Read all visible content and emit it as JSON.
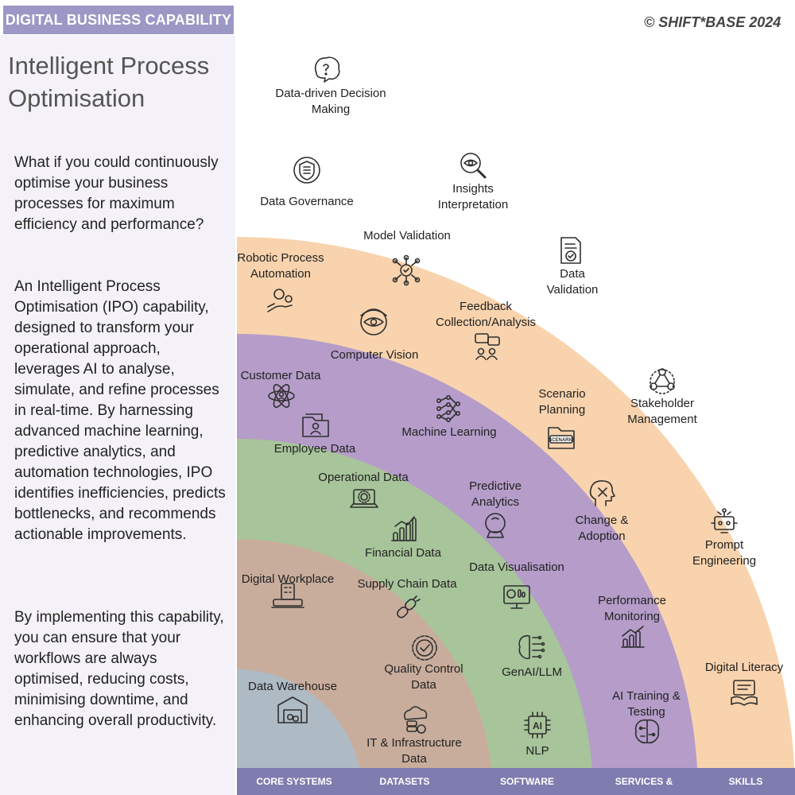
{
  "header": {
    "tag": "DIGITAL BUSINESS CAPABILITY",
    "copyright": "©  SHIFT*BASE 2024"
  },
  "title": {
    "line1": "Intelligent Process",
    "line2": "Optimisation"
  },
  "description": [
    "What if you could continuously optimise your business processes for maximum efficiency and performance?",
    "An Intelligent Process Optimisation (IPO) capability, designed to transform your operational approach, leverages AI to analyse, simulate, and refine processes in real-time. By harnessing advanced machine learning, predictive analytics, and automation technologies, IPO identifies inefficiencies, predicts bottlenecks, and recommends actionable improvements.",
    "By implementing this capability, you can ensure that your workflows are always optimised, reducing costs, minimising downtime, and enhancing overall productivity."
  ],
  "colors": {
    "skills": "#f8d3ad",
    "services": "#b59cc9",
    "software": "#a7c49a",
    "datasets": "#c9ad9c",
    "core": "#aebac4",
    "header_bg": "#9b98c5",
    "footer_bg": "#7f7caf"
  },
  "rings": {
    "skills": {
      "label": "SKILLS",
      "items": [
        {
          "line1": "Data-driven Decision",
          "line2": "Making",
          "icon": "brain-question-icon"
        },
        {
          "line1": "Insights",
          "line2": "Interpretation",
          "icon": "magnifier-eye-icon"
        },
        {
          "line1": "Data",
          "line2": "Validation",
          "icon": "document-check-icon"
        },
        {
          "line1": "Stakeholder",
          "line2": "Management",
          "icon": "people-network-icon"
        },
        {
          "line1": "Prompt",
          "line2": "Engineering",
          "icon": "robot-head-icon"
        },
        {
          "line1": "Digital Literacy",
          "line2": "",
          "icon": "book-screen-icon"
        }
      ]
    },
    "services": {
      "label": "SERVICES & PROCESS",
      "items": [
        {
          "line1": "Data Governance",
          "line2": "",
          "icon": "shield-database-icon"
        },
        {
          "line1": "Model Validation",
          "line2": "",
          "icon": "network-check-icon"
        },
        {
          "line1": "Feedback",
          "line2": "Collection/Analysis",
          "icon": "chat-people-icon"
        },
        {
          "line1": "Scenario",
          "line2": "Planning",
          "icon": "scenario-folder-icon"
        },
        {
          "line1": "Change &",
          "line2": "Adoption",
          "icon": "head-tools-icon"
        },
        {
          "line1": "Performance",
          "line2": "Monitoring",
          "icon": "chart-gear-icon"
        },
        {
          "line1": "AI Training &",
          "line2": "Testing",
          "icon": "brain-circuit-icon"
        }
      ]
    },
    "software": {
      "label": "SOFTWARE",
      "items": [
        {
          "line1": "Robotic Process",
          "line2": "Automation",
          "icon": "hand-gears-icon"
        },
        {
          "line1": "Computer Vision",
          "line2": "",
          "icon": "eye-orbit-icon"
        },
        {
          "line1": "Machine Learning",
          "line2": "",
          "icon": "neural-network-icon"
        },
        {
          "line1": "Predictive",
          "line2": "Analytics",
          "icon": "crystal-ball-icon"
        },
        {
          "line1": "Data Visualisation",
          "line2": "",
          "icon": "dashboard-monitor-icon"
        },
        {
          "line1": "GenAI/LLM",
          "line2": "",
          "icon": "brain-chip-icon"
        },
        {
          "line1": "NLP",
          "line2": "",
          "icon": "ai-chip-icon"
        }
      ]
    },
    "datasets": {
      "label": "DATASETS",
      "items": [
        {
          "line1": "Customer Data",
          "line2": "",
          "icon": "atom-people-icon"
        },
        {
          "line1": "Employee Data",
          "line2": "",
          "icon": "folder-person-icon"
        },
        {
          "line1": "Operational Data",
          "line2": "",
          "icon": "laptop-gear-icon"
        },
        {
          "line1": "Financial Data",
          "line2": "",
          "icon": "bar-chart-icon"
        },
        {
          "line1": "Supply Chain Data",
          "line2": "",
          "icon": "chain-link-icon"
        },
        {
          "line1": "Quality Control",
          "line2": "Data",
          "icon": "badge-check-icon"
        },
        {
          "line1": "IT & Infrastructure",
          "line2": "Data",
          "icon": "cloud-server-icon"
        }
      ]
    },
    "core": {
      "label": "CORE SYSTEMS",
      "items": [
        {
          "line1": "Digital Workplace",
          "line2": "",
          "icon": "building-laptop-icon"
        },
        {
          "line1": "Data Warehouse",
          "line2": "",
          "icon": "warehouse-icon"
        }
      ]
    }
  }
}
